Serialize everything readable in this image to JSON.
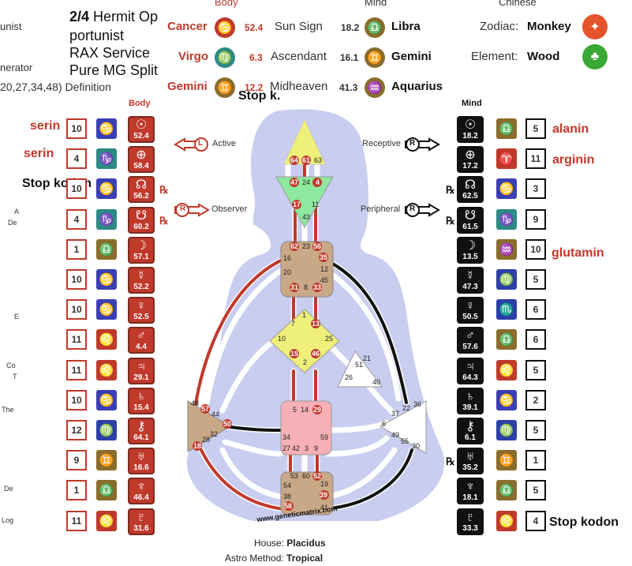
{
  "header": {
    "left_cut": [
      "unist",
      "nerator",
      "20,27,34,48) Definition"
    ],
    "profile_bold": "2/4",
    "profile_lines": [
      "Hermit Op",
      "portunist",
      "RAX Service",
      "Pure MG  Split"
    ],
    "body_label": "Body",
    "mind_label": "Mind",
    "chinese_label": "Chinese",
    "body_rows": [
      {
        "sign": "Cancer",
        "degree": "52.4",
        "icon": "cancer-icon",
        "glyph": "♋"
      },
      {
        "sign": "Virgo",
        "degree": "6.3",
        "icon": "virgo-icon",
        "glyph": "♍"
      },
      {
        "sign": "Gemini",
        "degree": "12.2",
        "icon": "gemini-icon",
        "glyph": "♊"
      }
    ],
    "mind_rows": [
      {
        "label": "Sun Sign",
        "degree": "18.2",
        "sign": "Libra",
        "icon": "libra-icon",
        "glyph": "♎"
      },
      {
        "label": "Ascendant",
        "degree": "16.1",
        "sign": "Gemini",
        "icon": "gemini-icon",
        "glyph": "♊"
      },
      {
        "label": "Midheaven",
        "degree": "41.3",
        "sign": "Aquarius",
        "icon": "aquarius-icon",
        "glyph": "♒"
      }
    ],
    "chinese_rows": [
      {
        "label": "Zodiac:",
        "value": "Monkey",
        "icon": "monkey-icon",
        "color": "#e5532d"
      },
      {
        "label": "Element:",
        "value": "Wood",
        "icon": "tree-icon",
        "color": "#3aa835"
      }
    ]
  },
  "annotations": {
    "stop_k": "Stop k.",
    "serin1": "serin",
    "serin2": "serin",
    "stop_kodon_left": "Stop kodon",
    "alanin": "alanin",
    "arginin": "arginin",
    "glutamin": "glutamin",
    "stop_kodon_right": "Stop kodon"
  },
  "columns": {
    "body_header": "Body",
    "mind_header": "Mind"
  },
  "left_cut_labels": [
    "A",
    "De",
    "E",
    "Co",
    "T",
    "The",
    "De",
    "Log"
  ],
  "right_cut_labels": [
    "R",
    "R",
    "R",
    "R"
  ],
  "arrows": {
    "active": "Active",
    "observer": "Observer",
    "receptive": "Receptive",
    "peripheral": "Peripheral",
    "L": "L",
    "R": "R"
  },
  "rx_symbol": "℞",
  "body_planets": [
    {
      "line": "10",
      "zodiac": "♋",
      "zcolor": "#3b3fb5",
      "planet": "☉",
      "value": "52.4"
    },
    {
      "line": "4",
      "zodiac": "♑",
      "zcolor": "#2d8a86",
      "planet": "⊕",
      "value": "58.4"
    },
    {
      "line": "10",
      "zodiac": "♋",
      "zcolor": "#3b3fb5",
      "planet": "☊",
      "value": "56.2",
      "rx": true
    },
    {
      "line": "4",
      "zodiac": "♑",
      "zcolor": "#2d8a86",
      "planet": "☋",
      "value": "60.2",
      "rx": true
    },
    {
      "line": "1",
      "zodiac": "♎",
      "zcolor": "#8a6d2c",
      "planet": "☽",
      "value": "57.1"
    },
    {
      "line": "10",
      "zodiac": "♋",
      "zcolor": "#3b3fb5",
      "planet": "☿",
      "value": "52.2"
    },
    {
      "line": "10",
      "zodiac": "♋",
      "zcolor": "#3b3fb5",
      "planet": "♀",
      "value": "52.5"
    },
    {
      "line": "11",
      "zodiac": "♌",
      "zcolor": "#c0392b",
      "planet": "♂",
      "value": "4.4"
    },
    {
      "line": "11",
      "zodiac": "♌",
      "zcolor": "#c0392b",
      "planet": "♃",
      "value": "29.1"
    },
    {
      "line": "10",
      "zodiac": "♋",
      "zcolor": "#3b3fb5",
      "planet": "♄",
      "value": "15.4"
    },
    {
      "line": "12",
      "zodiac": "♍",
      "zcolor": "#2d3fa8",
      "planet": "⚷",
      "value": "64.1"
    },
    {
      "line": "9",
      "zodiac": "♊",
      "zcolor": "#8a6d2c",
      "planet": "♅",
      "value": "16.6"
    },
    {
      "line": "1",
      "zodiac": "♎",
      "zcolor": "#8a6d2c",
      "planet": "♆",
      "value": "46.4"
    },
    {
      "line": "11",
      "zodiac": "♌",
      "zcolor": "#c0392b",
      "planet": "♇",
      "value": "31.6"
    }
  ],
  "mind_planets": [
    {
      "line": "5",
      "zodiac": "♎",
      "zcolor": "#8a6d2c",
      "planet": "☉",
      "value": "18.2"
    },
    {
      "line": "11",
      "zodiac": "♈",
      "zcolor": "#c0392b",
      "planet": "⊕",
      "value": "17.2"
    },
    {
      "line": "3",
      "zodiac": "♋",
      "zcolor": "#3b3fb5",
      "planet": "☊",
      "value": "62.5",
      "rx": true
    },
    {
      "line": "9",
      "zodiac": "♑",
      "zcolor": "#2d8a86",
      "planet": "☋",
      "value": "61.5",
      "rx": true
    },
    {
      "line": "10",
      "zodiac": "♒",
      "zcolor": "#8a6d2c",
      "planet": "☽",
      "value": "13.5"
    },
    {
      "line": "5",
      "zodiac": "♍",
      "zcolor": "#2d3fa8",
      "planet": "☿",
      "value": "47.3"
    },
    {
      "line": "6",
      "zodiac": "♏",
      "zcolor": "#2d3fa8",
      "planet": "♀",
      "value": "50.5"
    },
    {
      "line": "6",
      "zodiac": "♎",
      "zcolor": "#8a6d2c",
      "planet": "♂",
      "value": "57.6"
    },
    {
      "line": "5",
      "zodiac": "♌",
      "zcolor": "#c0392b",
      "planet": "♃",
      "value": "64.3"
    },
    {
      "line": "2",
      "zodiac": "♋",
      "zcolor": "#3b3fb5",
      "planet": "♄",
      "value": "39.1"
    },
    {
      "line": "5",
      "zodiac": "♍",
      "zcolor": "#2d3fa8",
      "planet": "⚷",
      "value": "6.1"
    },
    {
      "line": "1",
      "zodiac": "♊",
      "zcolor": "#8a6d2c",
      "planet": "♅",
      "value": "35.2",
      "rx": true
    },
    {
      "line": "5",
      "zodiac": "♎",
      "zcolor": "#8a6d2c",
      "planet": "♆",
      "value": "18.1"
    },
    {
      "line": "4",
      "zodiac": "♌",
      "zcolor": "#c0392b",
      "planet": "♇",
      "value": "33.3"
    }
  ],
  "chart_gates": {
    "head": [
      "64",
      "61",
      "63"
    ],
    "ajna": [
      "47",
      "24",
      "4",
      "17",
      "11",
      "43"
    ],
    "throat": [
      "62",
      "23",
      "56",
      "16",
      "35",
      "20",
      "12",
      "45",
      "31",
      "8",
      "33"
    ],
    "g": [
      "1",
      "13",
      "7",
      "10",
      "25",
      "15",
      "2",
      "46"
    ],
    "ego": [
      "21",
      "51",
      "26",
      "40"
    ],
    "spleen": [
      "48",
      "57",
      "44",
      "50",
      "32",
      "28",
      "18"
    ],
    "sacral": [
      "5",
      "14",
      "29",
      "34",
      "27",
      "59",
      "42",
      "3",
      "9"
    ],
    "solar": [
      "37",
      "22",
      "36",
      "6",
      "49",
      "55",
      "30"
    ],
    "root": [
      "53",
      "60",
      "52",
      "54",
      "19",
      "38",
      "39",
      "58",
      "41"
    ]
  },
  "watermark": "www.geneticmatrix.com",
  "footer": {
    "house_label": "House:",
    "house_value": "Placidus",
    "astro_label": "Astro Method:",
    "astro_value": "Tropical"
  },
  "colors": {
    "red": "#c0392b",
    "head": "#eef07a",
    "ajna": "#8fe8a0",
    "center_brown": "#c9a887",
    "sacral": "#f7b0b6",
    "body_bg": "#c9cdef"
  }
}
